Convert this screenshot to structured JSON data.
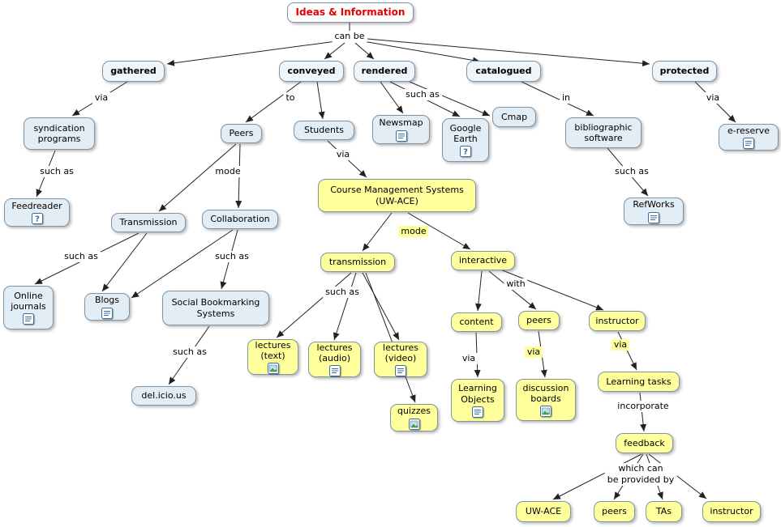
{
  "colors": {
    "canvas_bg": "#ffffff",
    "node_blue_bg": "#e3edf5",
    "node_top_bg": "#eff5fa",
    "node_yellow_bg": "#ffff9c",
    "node_white_bg": "#ffffff",
    "node_border": "#8195a5",
    "title_color": "#e60000",
    "line_color": "#222222"
  },
  "nodes": {
    "ideas_information": "Ideas & Information",
    "gathered": "gathered",
    "conveyed": "conveyed",
    "rendered": "rendered",
    "catalogued": "catalogued",
    "protected": "protected",
    "syndication_programs": "syndication programs",
    "peers_conveyed": "Peers",
    "students": "Students",
    "newsmap": "Newsmap",
    "google_earth": "Google Earth",
    "cmap": "Cmap",
    "bibliographic_software": "bibliographic software",
    "e_reserve": "e-reserve",
    "feedreader": "Feedreader",
    "transmission_peers": "Transmission",
    "collaboration": "Collaboration",
    "cms": "Course Management Systems (UW-ACE)",
    "refworks": "RefWorks",
    "online_journals": "Online journals",
    "blogs": "Blogs",
    "social_bookmarking": "Social Bookmarking Systems",
    "transmission_mode": "transmission",
    "interactive": "interactive",
    "lectures_text": "lectures (text)",
    "lectures_audio": "lectures (audio)",
    "lectures_video": "lectures (video)",
    "content": "content",
    "peers_interactive": "peers",
    "instructor_interactive": "instructor",
    "del_icio_us": "del.icio.us",
    "quizzes": "quizzes",
    "learning_objects": "Learning Objects",
    "discussion_boards": "discussion boards",
    "learning_tasks": "Learning tasks",
    "feedback": "feedback",
    "uw_ace": "UW-ACE",
    "peers_provider": "peers",
    "tas": "TAs",
    "instructor_provider": "instructor"
  },
  "links": {
    "can_be": "can be",
    "via_gathered": "via",
    "to_conveyed": "to",
    "such_as_rendered": "such as",
    "in_catalogued": "in",
    "via_protected": "via",
    "such_as_syndication": "such as",
    "mode_peers": "mode",
    "via_students": "via",
    "such_as_bibliographic": "such as",
    "such_as_transmission": "such as",
    "such_as_collaboration": "such as",
    "mode_cms": "mode",
    "such_as_cms_transmission": "such as",
    "with_interactive": "with",
    "such_as_social_bookmarking": "such as",
    "via_content": "via",
    "via_peers": "via",
    "via_instructor": "via",
    "incorporate": "incorporate",
    "which_can_be_provided_by": "which can\nbe provided by"
  },
  "icons": {
    "document": "document-icon",
    "image": "image-icon",
    "question": "question-icon"
  },
  "propositions": [
    {
      "from": "Ideas & Information",
      "link": "can be",
      "to": [
        "gathered",
        "conveyed",
        "rendered",
        "catalogued",
        "protected"
      ]
    },
    {
      "from": "gathered",
      "link": "via",
      "to": [
        "syndication programs"
      ]
    },
    {
      "from": "syndication programs",
      "link": "such as",
      "to": [
        "Feedreader"
      ]
    },
    {
      "from": "conveyed",
      "link": "to",
      "to": [
        "Peers",
        "Students"
      ]
    },
    {
      "from": "Peers",
      "link": "mode",
      "to": [
        "Transmission",
        "Collaboration"
      ]
    },
    {
      "from": "Transmission",
      "link": "such as",
      "to": [
        "Online journals",
        "Blogs"
      ]
    },
    {
      "from": "Collaboration",
      "link": "such as",
      "to": [
        "Blogs",
        "Social Bookmarking Systems"
      ]
    },
    {
      "from": "Social Bookmarking Systems",
      "link": "such as",
      "to": [
        "del.icio.us"
      ]
    },
    {
      "from": "Students",
      "link": "via",
      "to": [
        "Course Management Systems (UW-ACE)"
      ]
    },
    {
      "from": "Course Management Systems (UW-ACE)",
      "link": "mode",
      "to": [
        "transmission",
        "interactive"
      ]
    },
    {
      "from": "transmission",
      "link": "such as",
      "to": [
        "lectures (text)",
        "lectures (audio)",
        "lectures (video)",
        "quizzes"
      ]
    },
    {
      "from": "interactive",
      "link": "with",
      "to": [
        "content",
        "peers",
        "instructor"
      ]
    },
    {
      "from": "content",
      "link": "via",
      "to": [
        "Learning Objects"
      ]
    },
    {
      "from": "peers",
      "link": "via",
      "to": [
        "discussion boards"
      ]
    },
    {
      "from": "instructor",
      "link": "via",
      "to": [
        "Learning tasks"
      ]
    },
    {
      "from": "Learning tasks",
      "link": "incorporate",
      "to": [
        "feedback"
      ]
    },
    {
      "from": "feedback",
      "link": "which can be provided by",
      "to": [
        "UW-ACE",
        "peers",
        "TAs",
        "instructor"
      ]
    },
    {
      "from": "rendered",
      "link": "such as",
      "to": [
        "Newsmap",
        "Google Earth",
        "Cmap"
      ]
    },
    {
      "from": "catalogued",
      "link": "in",
      "to": [
        "bibliographic software"
      ]
    },
    {
      "from": "bibliographic software",
      "link": "such as",
      "to": [
        "RefWorks"
      ]
    },
    {
      "from": "protected",
      "link": "via",
      "to": [
        "e-reserve"
      ]
    }
  ]
}
